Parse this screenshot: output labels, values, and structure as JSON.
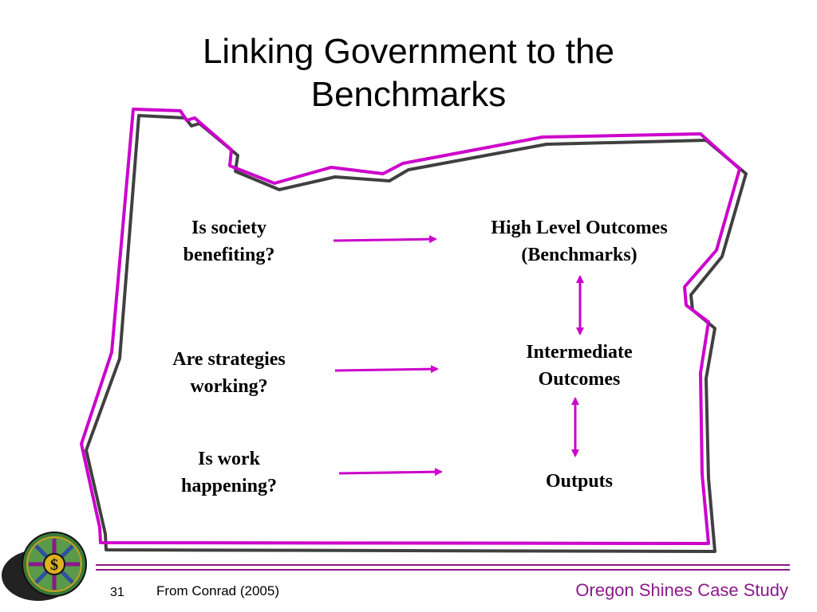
{
  "slide": {
    "title_line1": "Linking Government to the",
    "title_line2": "Benchmarks",
    "questions": [
      {
        "line1": "Is society",
        "line2": "benefiting?"
      },
      {
        "line1": "Are strategies",
        "line2": "working?"
      },
      {
        "line1": "Is work",
        "line2": "happening?"
      }
    ],
    "outcomes": [
      {
        "line1": "High Level Outcomes",
        "line2": "(Benchmarks)"
      },
      {
        "line1": "Intermediate",
        "line2": "Outcomes"
      },
      {
        "line1": "Outputs",
        "line2": ""
      }
    ],
    "footer": {
      "slide_number": "31",
      "source": "From Conrad (2005)",
      "case_study": "Oregon Shines Case Study"
    },
    "colors": {
      "arrow": "#cc00cc",
      "map_outline_outer": "#cc00cc",
      "map_outline_inner": "#404040",
      "accent": "#8a1a8a"
    }
  }
}
